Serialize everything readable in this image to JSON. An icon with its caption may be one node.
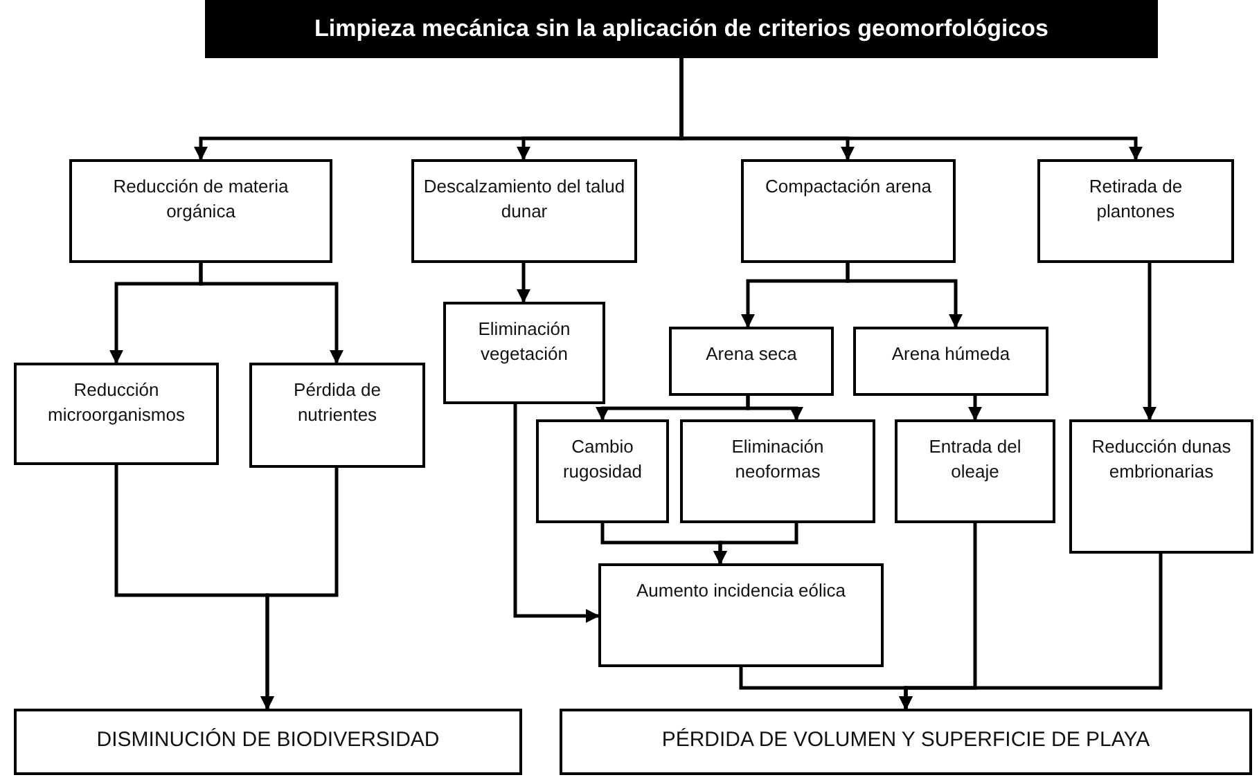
{
  "diagram": {
    "nodes": [
      {
        "text": [
          "Limpieza mecánica sin la aplicación de criterios geomorfológicos"
        ]
      },
      {
        "text": [
          "Reducción de materia orgánica"
        ]
      },
      {
        "text": [
          "Descalzamiento del talud dunar"
        ]
      },
      {
        "text": [
          "Compactación arena"
        ]
      },
      {
        "text": [
          "Retirada de plantones"
        ]
      },
      {
        "text": [
          "Eliminación vegetación"
        ]
      },
      {
        "text": [
          "Reducción microorganismos"
        ]
      },
      {
        "text": [
          "Pérdida de nutrientes"
        ]
      },
      {
        "text": [
          "Arena seca"
        ]
      },
      {
        "text": [
          "Arena húmeda"
        ]
      },
      {
        "text": [
          "Cambio rugosidad"
        ]
      },
      {
        "text": [
          "Eliminación neoformas"
        ]
      },
      {
        "text": [
          "Entrada del oleaje"
        ]
      },
      {
        "text": [
          "Reducción dunas embrionarias"
        ]
      },
      {
        "text": [
          "Aumento incidencia eólica"
        ]
      },
      {
        "text": [
          "DISMINUCIÓN DE BIODIVERSIDAD"
        ]
      },
      {
        "text": [
          "PÉRDIDA DE VOLUMEN Y SUPERFICIE DE PLAYA"
        ]
      }
    ],
    "edges": [
      {
        "from": 0,
        "to": 1,
        "arrow": "to"
      },
      {
        "from": 0,
        "to": 2,
        "arrow": "to"
      },
      {
        "from": 0,
        "to": 3,
        "arrow": "to"
      },
      {
        "from": 0,
        "to": 4,
        "arrow": "to"
      },
      {
        "from": 1,
        "to": 6,
        "arrow": "to"
      },
      {
        "from": 1,
        "to": 7,
        "arrow": "to"
      },
      {
        "from": 2,
        "to": 5,
        "arrow": "to"
      },
      {
        "from": 3,
        "to": 8,
        "arrow": "to"
      },
      {
        "from": 3,
        "to": 9,
        "arrow": "to"
      },
      {
        "from": 4,
        "to": 13,
        "arrow": "to"
      },
      {
        "from": 8,
        "to": 10,
        "arrow": "to"
      },
      {
        "from": 8,
        "to": 11,
        "arrow": "to"
      },
      {
        "from": 9,
        "to": 12,
        "arrow": "to"
      },
      {
        "from": 5,
        "to": 14,
        "arrow": "to"
      },
      {
        "from": 10,
        "to": 14,
        "arrow": "to"
      },
      {
        "from": 11,
        "to": 14,
        "arrow": "to"
      },
      {
        "from": 6,
        "to": 15,
        "arrow": "to"
      },
      {
        "from": 7,
        "to": 15,
        "arrow": "to"
      },
      {
        "from": 14,
        "to": 16,
        "arrow": "to"
      },
      {
        "from": 12,
        "to": 16,
        "arrow": "to"
      },
      {
        "from": 13,
        "to": 16,
        "arrow": "to"
      }
    ]
  }
}
